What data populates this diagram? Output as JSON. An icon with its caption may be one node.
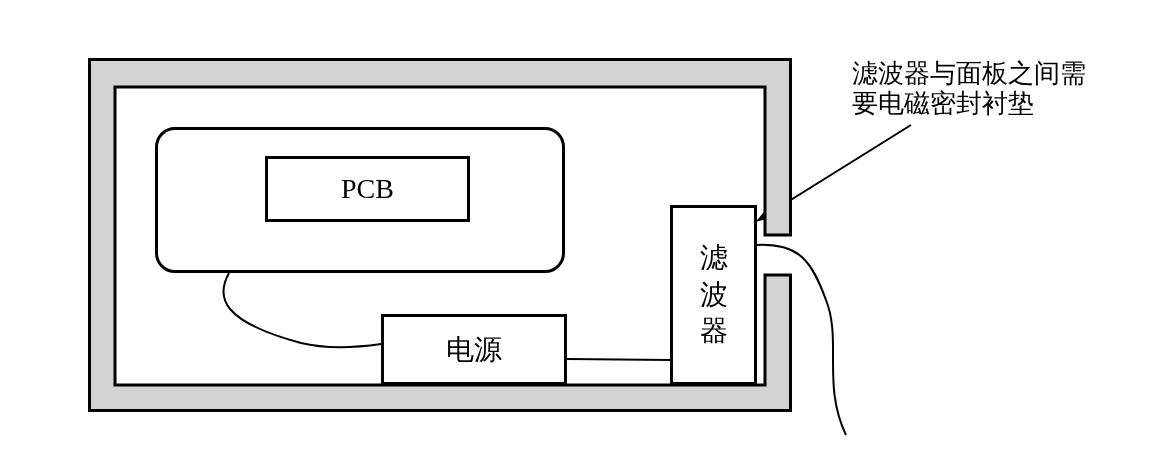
{
  "diagram": {
    "nodes": [
      {
        "text": [],
        "shape": "box"
      },
      {
        "text": [],
        "shape": "box",
        "in": 0
      },
      {
        "text": [
          "PCB"
        ],
        "in": 1
      },
      {
        "text": [
          "电源"
        ],
        "in": 0
      },
      {
        "text": [
          "滤波器"
        ],
        "in": 0
      },
      {
        "text": [
          "滤波器与面板之间需要电磁密封衬垫"
        ]
      }
    ],
    "edges": [
      {
        "from": 1,
        "to": 3,
        "arrow": "none"
      },
      {
        "from": 3,
        "to": 4,
        "arrow": "none"
      },
      {
        "from": 4,
        "to": null,
        "arrow": "none"
      },
      {
        "from": 5,
        "to": 4,
        "arrow": "to"
      }
    ]
  }
}
